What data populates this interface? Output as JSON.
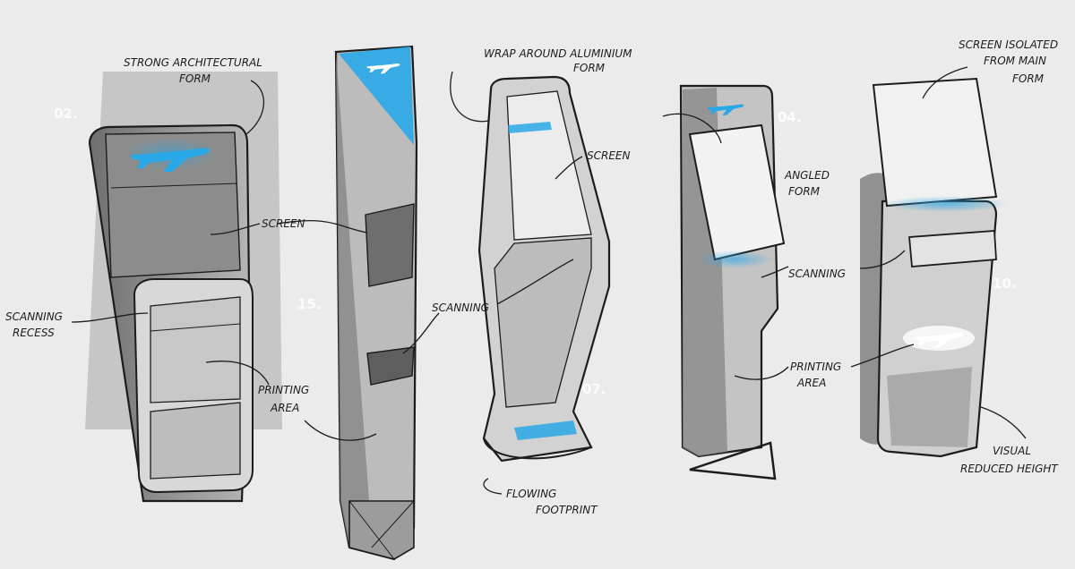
{
  "numbers": {
    "k1": "02.",
    "k2": "15.",
    "k3": "07.",
    "k4": "04.",
    "k5": "10."
  },
  "annotations": {
    "strong_form_1": "STRONG ARCHITECTURAL",
    "strong_form_2": "FORM",
    "screen_1": "SCREEN",
    "scanning_recess_1": "SCANNING",
    "scanning_recess_2": "RECESS",
    "printing_area_1a": "PRINTING",
    "printing_area_1b": "AREA",
    "wrap_1": "WRAP AROUND ALUMINIUM",
    "wrap_2": "FORM",
    "screen_2": "SCREEN",
    "scanning_2": "SCANNING",
    "flowing_1": "FLOWING",
    "flowing_2": "FOOTPRINT",
    "angled_1": "ANGLED",
    "angled_2": "FORM",
    "scanning_3": "SCANNING",
    "printing_area_2a": "PRINTING",
    "printing_area_2b": "AREA",
    "isolated_1": "SCREEN ISOLATED",
    "isolated_2": "FROM MAIN",
    "isolated_3": "FORM",
    "visual_1": "VISUAL",
    "visual_2": "REDUCED HEIGHT"
  },
  "colors": {
    "background": "#ebebeb",
    "accent_blue": "#29a8e8",
    "ink": "#1c1c1c",
    "marker_grey": "#8d8d8d"
  },
  "icons": [
    "airplane-icon"
  ]
}
